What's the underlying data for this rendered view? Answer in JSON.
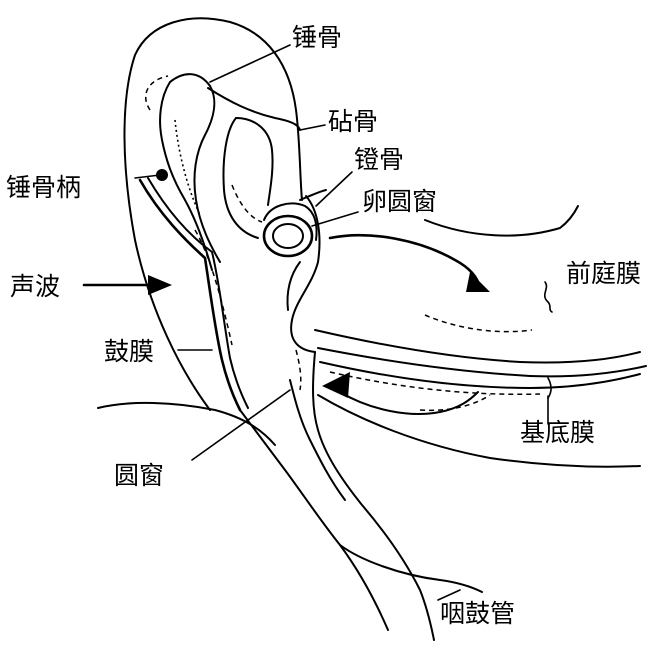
{
  "labels": {
    "malleus": "锤骨",
    "incus": "砧骨",
    "stapes": "镫骨",
    "oval_window": "卵圆窗",
    "malleus_handle": "锤骨柄",
    "sound_wave": "声波",
    "vestibular_membrane": "前庭膜",
    "tympanic_membrane": "鼓膜",
    "basilar_membrane": "基底膜",
    "round_window": "圆窗",
    "eustachian_tube": "咽鼓管"
  },
  "colors": {
    "ink": "#000000",
    "background": "#ffffff"
  }
}
